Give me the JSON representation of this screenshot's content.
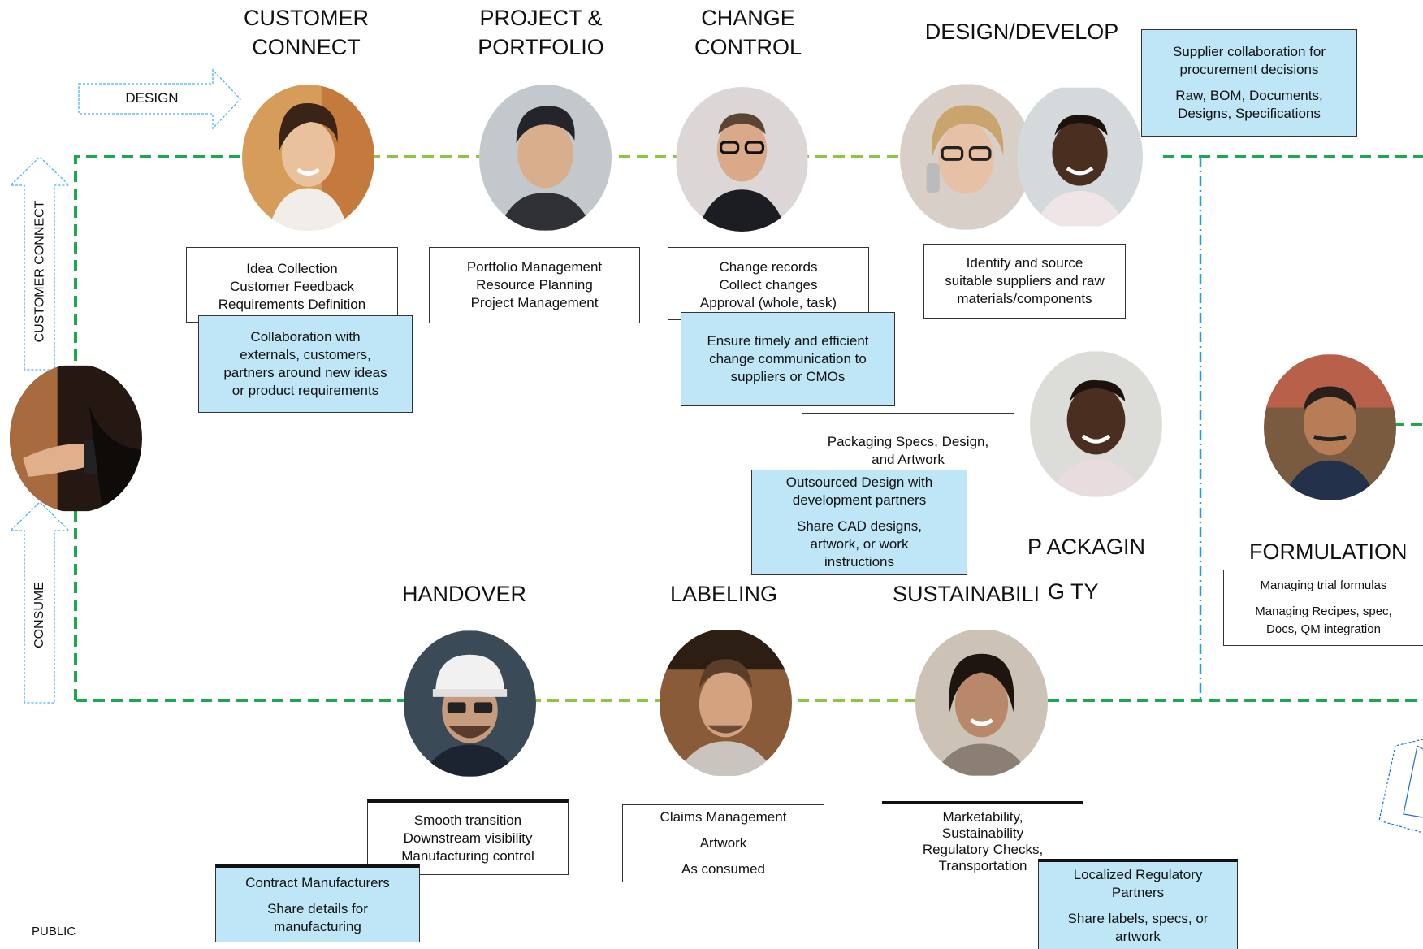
{
  "arrows": {
    "design": "DESIGN",
    "customer_connect": "CUSTOMER CONNECT",
    "consume": "CONSUME"
  },
  "stages": {
    "customer_connect": {
      "line1": "CUSTOMER",
      "line2": "CONNECT"
    },
    "project_portfolio": {
      "line1": "PROJECT &",
      "line2": "PORTFOLIO"
    },
    "change_control": {
      "line1": "CHANGE",
      "line2": "CONTROL"
    },
    "design_develop": "DESIGN/DEVELOP",
    "packaging": "P ACKAGIN",
    "packaging_tail": "G TY",
    "formulation": "FORMULATION",
    "handover": "HANDOVER",
    "labeling": "LABELING",
    "sustainability": "SUSTAINABILI"
  },
  "boxes": {
    "customer_connect": [
      "Idea Collection",
      "Customer Feedback",
      "Requirements Definition"
    ],
    "customer_connect_collab": [
      "Collaboration with",
      "externals, customers,",
      "partners around new ideas",
      "or product requirements"
    ],
    "project_portfolio": [
      "Portfolio Management",
      "Resource Planning",
      "Project Management"
    ],
    "change_control": [
      "Change records",
      "Collect changes",
      "Approval (whole, task)"
    ],
    "change_control_collab": [
      "Ensure timely and efficient",
      "change communication to",
      "suppliers or CMOs"
    ],
    "design_develop": [
      "Identify and source",
      "suitable suppliers and raw",
      "materials/components"
    ],
    "supplier_collab": {
      "a": [
        "Supplier collaboration for",
        "procurement decisions"
      ],
      "b": [
        "Raw, BOM, Documents,",
        "Designs, Specifications"
      ]
    },
    "packaging": [
      "Packaging Specs, Design,",
      "and Artwork"
    ],
    "packaging_collab": {
      "a": [
        "Outsourced Design with",
        "development partners"
      ],
      "b": [
        "Share CAD designs,",
        "artwork, or work",
        "instructions"
      ]
    },
    "formulation": {
      "a": "Managing trial formulas",
      "b": [
        "Managing Recipes, spec,",
        "Docs, QM integration"
      ]
    },
    "handover": [
      "Smooth transition",
      "Downstream visibility",
      "Manufacturing control"
    ],
    "handover_collab": {
      "a": "Contract Manufacturers",
      "b": [
        "Share details for",
        "manufacturing"
      ]
    },
    "labeling": {
      "a": "Claims Management",
      "b": "Artwork",
      "c": "As consumed"
    },
    "sustainability": [
      "Marketability,",
      "Sustainability",
      "Regulatory Checks,",
      "Transportation"
    ],
    "sustainability_collab": {
      "a": [
        "Localized Regulatory",
        "Partners"
      ],
      "b": [
        "Share labels, specs, or",
        "artwork"
      ]
    }
  },
  "footer": "PUBLIC",
  "colors": {
    "green_dash": "#1aaa4b",
    "light_green_dash": "#8cc63f",
    "blue_dash": "#1aa3d9",
    "box_blue": "#bfe6f7"
  }
}
